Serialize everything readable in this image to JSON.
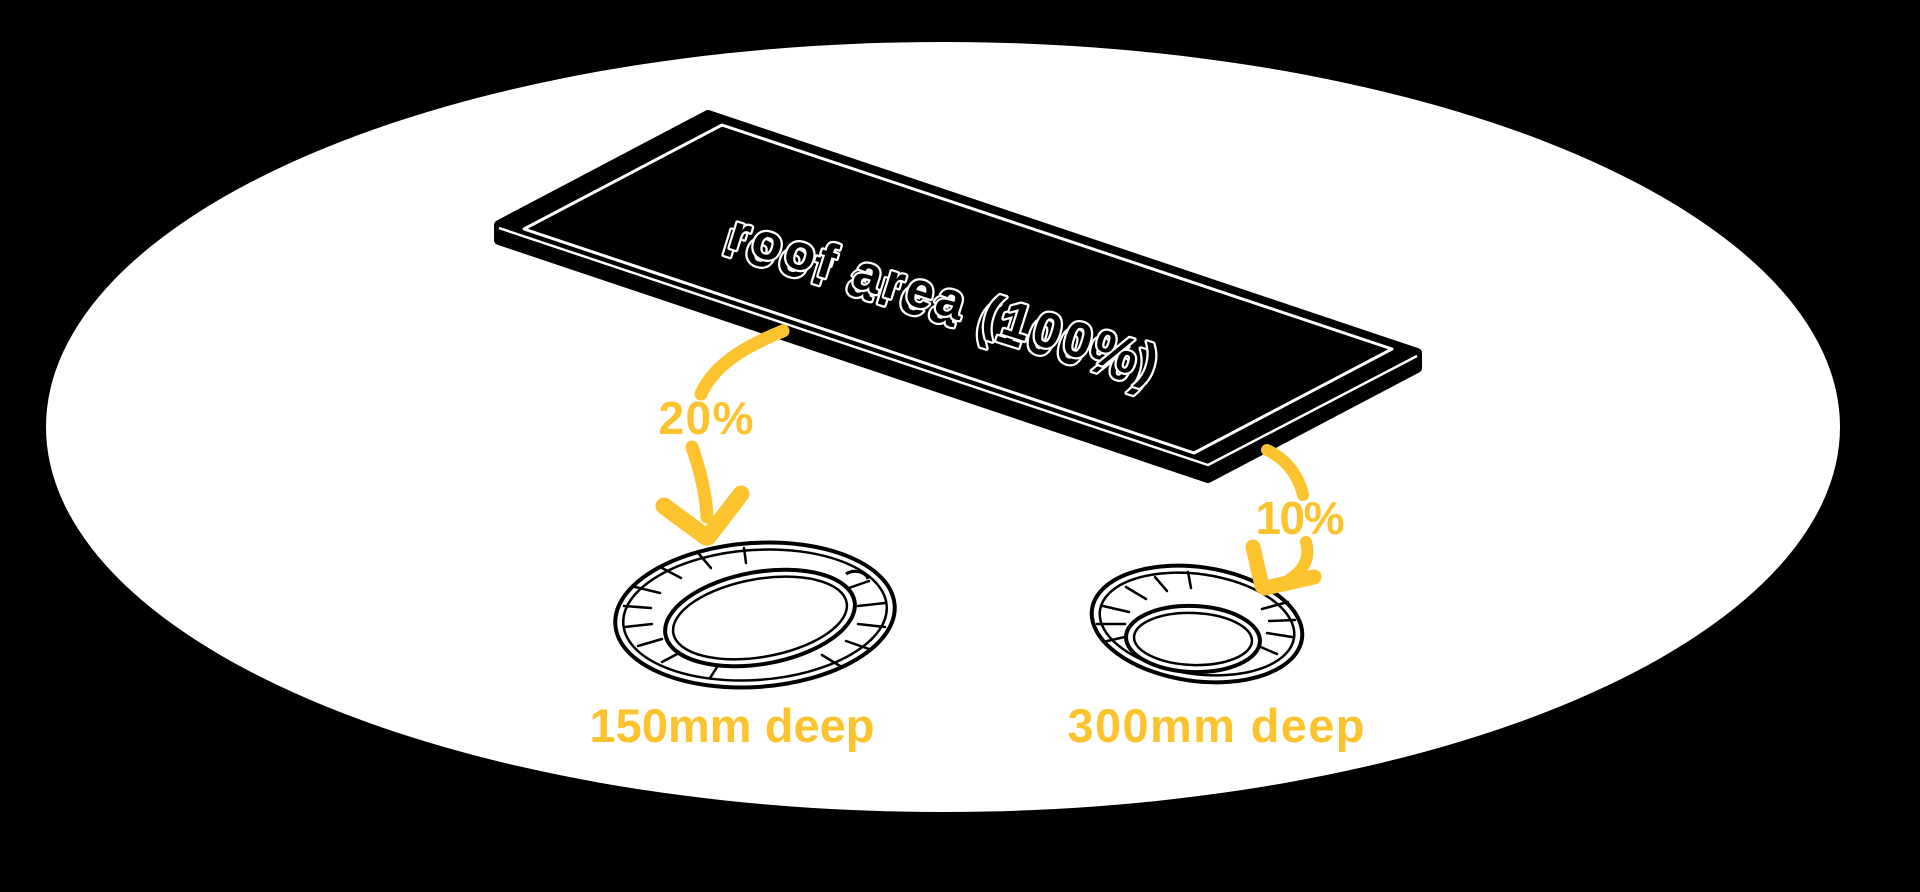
{
  "colors": {
    "background": "#000000",
    "canvas": "#ffffff",
    "ink": "#000000",
    "roof_fill": "#000000",
    "roof_text": "#ffffff",
    "accent": "#fcc32e"
  },
  "roof": {
    "label": "roof area (100%)"
  },
  "flows": [
    {
      "percent": "20%",
      "label": "150mm deep"
    },
    {
      "percent": "10%",
      "label": "300mm deep"
    }
  ]
}
